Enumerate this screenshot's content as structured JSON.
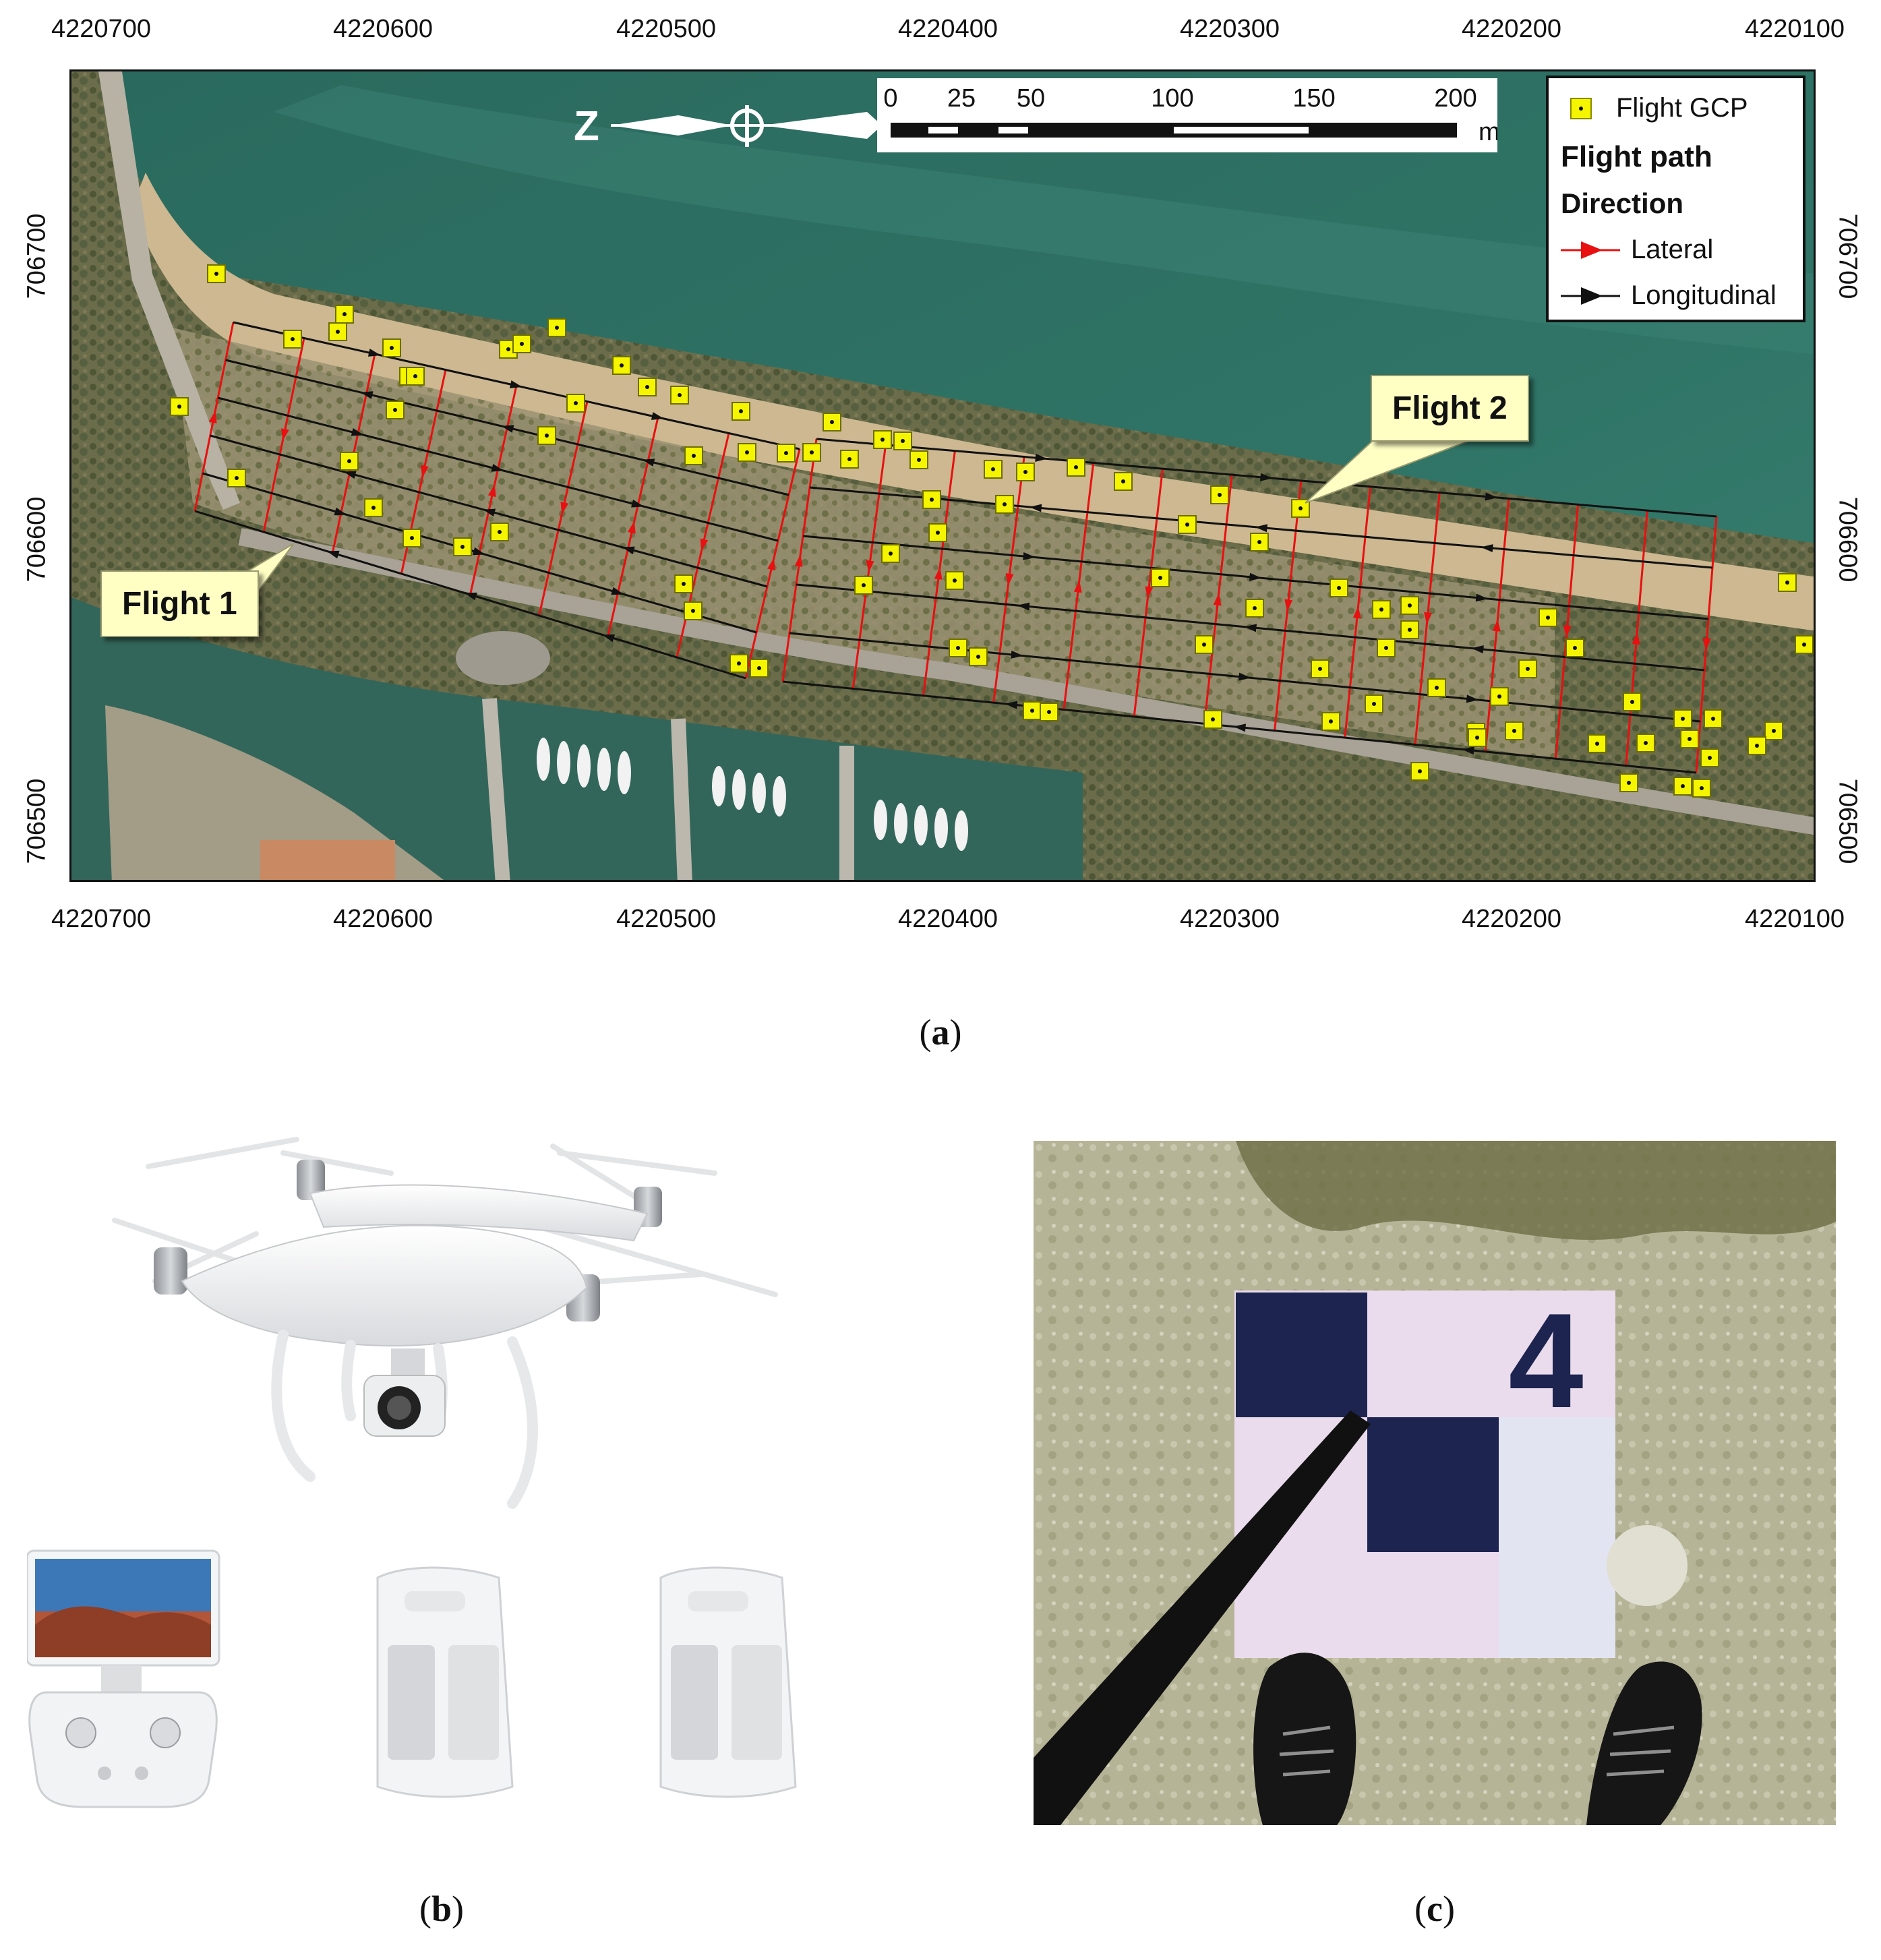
{
  "map": {
    "top_ticks": [
      "4220700",
      "4220600",
      "4220500",
      "4220400",
      "4220300",
      "4220200",
      "4220100"
    ],
    "bottom_ticks": [
      "4220700",
      "4220600",
      "4220500",
      "4220400",
      "4220300",
      "4220200",
      "4220100"
    ],
    "left_ticks": [
      "706700",
      "706600",
      "706500"
    ],
    "right_ticks": [
      "706700",
      "706600",
      "706500"
    ],
    "north_letter": "Z",
    "scale": {
      "labels": [
        "0",
        "25",
        "50",
        "100",
        "150",
        "200"
      ],
      "unit": "m"
    },
    "legend": {
      "gcp_label": "Flight GCP",
      "path_heading": "Flight path",
      "direction_heading": "Direction",
      "lateral_label": "Lateral",
      "longitudinal_label": "Longitudinal"
    },
    "flight1_label": "Flight 1",
    "flight2_label": "Flight 2",
    "colors": {
      "lateral": "#e81010",
      "longitudinal": "#111111",
      "gcp": "#f5f500",
      "sea": "#2e6f63",
      "beach": "#c9b48e",
      "vegetation": "#6f7250"
    }
  },
  "panels": {
    "a": "a",
    "b": "b",
    "c": "c"
  },
  "gcp_target_number": "4"
}
